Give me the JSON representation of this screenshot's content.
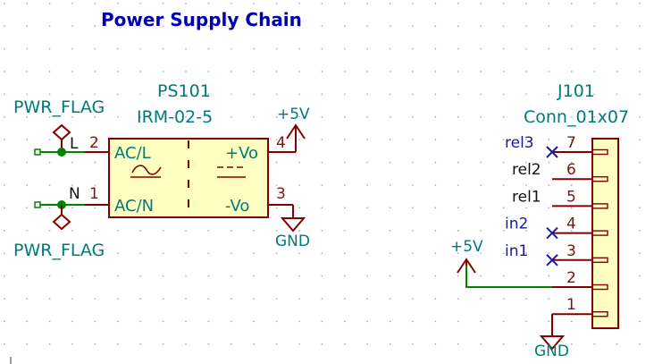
{
  "title": "Power Supply Chain",
  "flags": {
    "top": "PWR_FLAG",
    "bottom": "PWR_FLAG"
  },
  "ps101": {
    "ref": "PS101",
    "value": "IRM-02-5",
    "pin_acl_name": "AC/L",
    "pin_acn_name": "AC/N",
    "pin_vop_name": "+Vo",
    "pin_von_name": "-Vo",
    "pin_acl_num": "2",
    "pin_acn_num": "1",
    "pin_vop_num": "4",
    "pin_von_num": "3",
    "wire_l_label": "L",
    "wire_n_label": "N"
  },
  "power": {
    "vcc_label": "+5V",
    "gnd_label": "GND"
  },
  "j101": {
    "ref": "J101",
    "value": "Conn_01x07",
    "pins": [
      {
        "num": "7",
        "net": "rel3",
        "nc": true
      },
      {
        "num": "6",
        "net": "rel2",
        "nc": false
      },
      {
        "num": "5",
        "net": "rel1",
        "nc": false
      },
      {
        "num": "4",
        "net": "in2",
        "nc": true
      },
      {
        "num": "3",
        "net": "in1",
        "nc": true
      },
      {
        "num": "2",
        "net": "",
        "nc": false
      },
      {
        "num": "1",
        "net": "",
        "nc": false
      }
    ],
    "vcc_label": "+5V",
    "gnd_label": "GND"
  },
  "colors": {
    "wire": "#008400",
    "pin": "#840000",
    "body_fill": "#ffffc2",
    "body_stroke": "#840000",
    "ref_text": "#007a7a",
    "title_text": "#0000b0",
    "nc_mark": "#1a1aa0"
  }
}
